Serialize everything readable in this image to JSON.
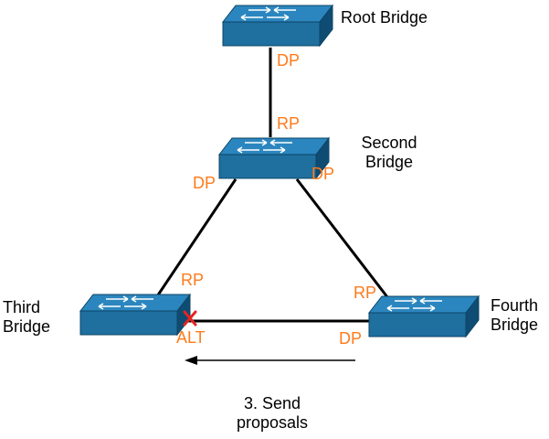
{
  "colors": {
    "port_label": "#ff7a1a",
    "switch_front": "#1f6f9f",
    "switch_top": "#2b86bf",
    "switch_side": "#0f4c73",
    "link": "#000000",
    "blocked_mark": "#e52521"
  },
  "bridges": {
    "root": {
      "name": "Root Bridge"
    },
    "second": {
      "name_line1": "Second",
      "name_line2": "Bridge"
    },
    "third": {
      "name_line1": "Third",
      "name_line2": "Bridge"
    },
    "fourth": {
      "name_line1": "Fourth",
      "name_line2": "Bridge"
    }
  },
  "ports": {
    "root_dp": "DP",
    "second_rp": "RP",
    "second_dp_left": "DP",
    "second_dp_right": "DP",
    "third_rp": "RP",
    "third_alt": "ALT",
    "fourth_rp": "RP",
    "fourth_dp": "DP"
  },
  "step": {
    "line1": "3. Send",
    "line2": "proposals"
  },
  "icons": {
    "switch": "switch-icon",
    "blocked": "x-mark-icon",
    "arrow": "left-arrow-icon"
  }
}
